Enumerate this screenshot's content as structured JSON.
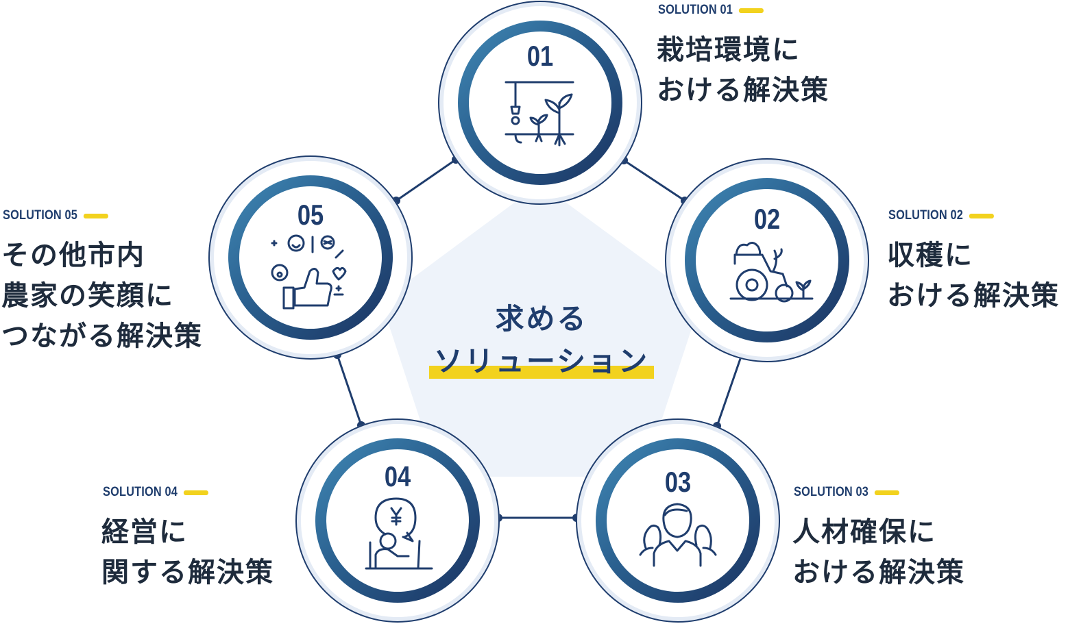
{
  "center": {
    "line1": "求める",
    "line2": "ソリューション"
  },
  "colors": {
    "navy": "#1f3d6d",
    "accent_yellow": "#f2d21e",
    "pentagon_fill": "#eef3fa",
    "ring_light": "#e4ebf5"
  },
  "solutions": [
    {
      "tag": "SOLUTION 01",
      "number": "01",
      "lines": [
        "栽培環境に",
        "おける解決策"
      ],
      "icon": "hydroponic-plant-icon"
    },
    {
      "tag": "SOLUTION 02",
      "number": "02",
      "lines": [
        "収穫に",
        "おける解決策"
      ],
      "icon": "harvest-tractor-icon"
    },
    {
      "tag": "SOLUTION 03",
      "number": "03",
      "lines": [
        "人材確保に",
        "おける解決策"
      ],
      "icon": "people-group-icon"
    },
    {
      "tag": "SOLUTION 04",
      "number": "04",
      "lines": [
        "経営に",
        "関する解決策"
      ],
      "icon": "yen-consultation-icon"
    },
    {
      "tag": "SOLUTION 05",
      "number": "05",
      "lines": [
        "その他市内",
        "農家の笑顔に",
        "つながる解決策"
      ],
      "icon": "thumbs-up-smiles-icon"
    }
  ]
}
